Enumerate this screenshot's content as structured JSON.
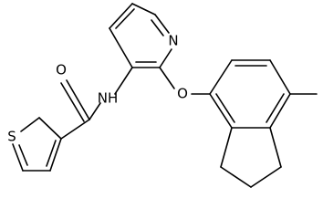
{
  "diagram": {
    "type": "chemical-structure",
    "atom_labels": {
      "sulfur": "S",
      "oxygen_carbonyl": "O",
      "amide_nh": "NH",
      "pyridine_n": "N",
      "ether_o": "O"
    },
    "colors": {
      "bond": "#000000",
      "background": "#ffffff"
    }
  }
}
